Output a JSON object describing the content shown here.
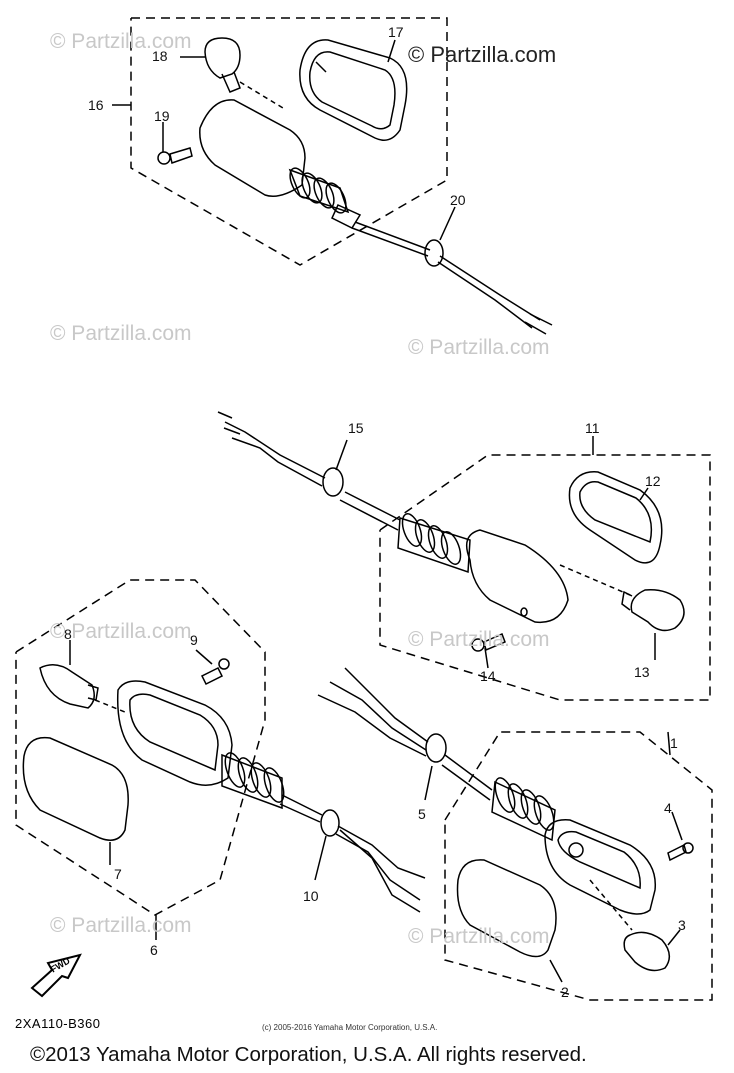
{
  "watermark": {
    "top_label": "© Partzilla.com",
    "repeat_label": "© Partzilla.com"
  },
  "callouts": {
    "c1": "1",
    "c2": "2",
    "c3": "3",
    "c4": "4",
    "c5": "5",
    "c6": "6",
    "c7": "7",
    "c8": "8",
    "c9": "9",
    "c10": "10",
    "c11": "11",
    "c12": "12",
    "c13": "13",
    "c14": "14",
    "c15": "15",
    "c16": "16",
    "c17": "17",
    "c18": "18",
    "c19": "19",
    "c20": "20"
  },
  "forward_arrow_label": "FWD",
  "diagram_code": "2XA110-B360",
  "small_copyright": "(c) 2005-2016 Yamaha Motor Corporation, U.S.A.",
  "copyright": "©2013 Yamaha Motor Corporation, U.S.A. All rights reserved."
}
